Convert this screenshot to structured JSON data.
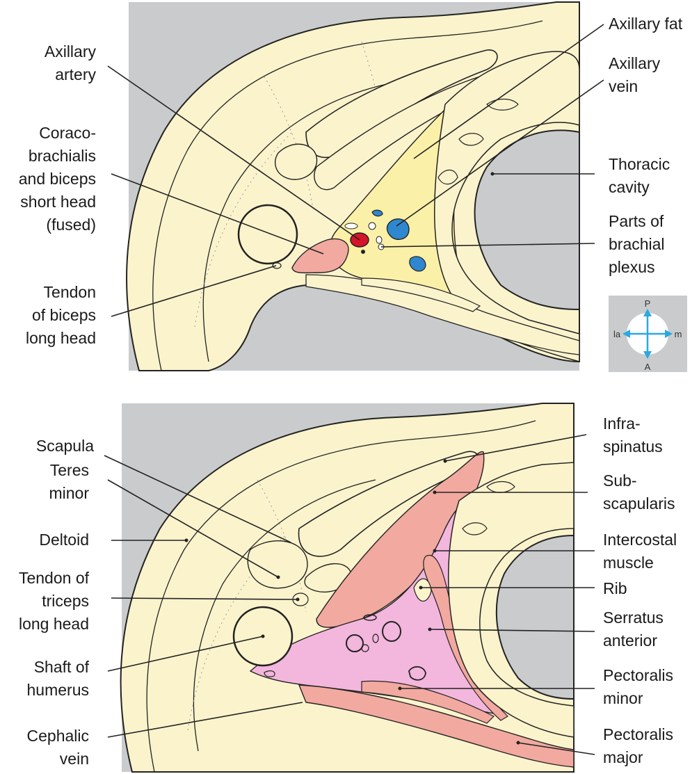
{
  "colors": {
    "background_panel": "#c9cbcd",
    "tissue": "#fbf3cc",
    "axilla_fat": "#fbf0a8",
    "muscle": "#f1a9a0",
    "axilla_pink": "#f3b6dd",
    "artery": "#d5152a",
    "vein": "#2f87cf",
    "outline": "#222222",
    "compass": "#2aa9e0"
  },
  "top_panel": {
    "labels_left": [
      {
        "lines": [
          "Axillary",
          "artery"
        ]
      },
      {
        "lines": [
          "Coraco-",
          "brachialis",
          "and biceps",
          "short head",
          "(fused)"
        ]
      },
      {
        "lines": [
          "Tendon",
          "of biceps",
          "long head"
        ]
      }
    ],
    "labels_right": [
      {
        "lines": [
          "Axillary fat"
        ]
      },
      {
        "lines": [
          "Axillary",
          "vein"
        ]
      },
      {
        "lines": [
          "Thoracic",
          "cavity"
        ]
      },
      {
        "lines": [
          "Parts of",
          "brachial",
          "plexus"
        ]
      }
    ],
    "compass": {
      "top": "P",
      "bottom": "A",
      "left": "la",
      "right": "m"
    }
  },
  "bottom_panel": {
    "labels_left": [
      {
        "lines": [
          "Scapula"
        ]
      },
      {
        "lines": [
          "Teres",
          "minor"
        ]
      },
      {
        "lines": [
          "Deltoid"
        ]
      },
      {
        "lines": [
          "Tendon of",
          "triceps",
          "long head"
        ]
      },
      {
        "lines": [
          "Shaft of",
          "humerus"
        ]
      },
      {
        "lines": [
          "Cephalic",
          "vein"
        ]
      }
    ],
    "labels_right": [
      {
        "lines": [
          "Infra-",
          "spinatus"
        ]
      },
      {
        "lines": [
          "Sub-",
          "scapularis"
        ]
      },
      {
        "lines": [
          "Intercostal",
          "muscle"
        ]
      },
      {
        "lines": [
          "Rib"
        ]
      },
      {
        "lines": [
          "Serratus",
          "anterior"
        ]
      },
      {
        "lines": [
          "Pectoralis",
          "minor"
        ]
      },
      {
        "lines": [
          "Pectoralis",
          "major"
        ]
      }
    ]
  }
}
